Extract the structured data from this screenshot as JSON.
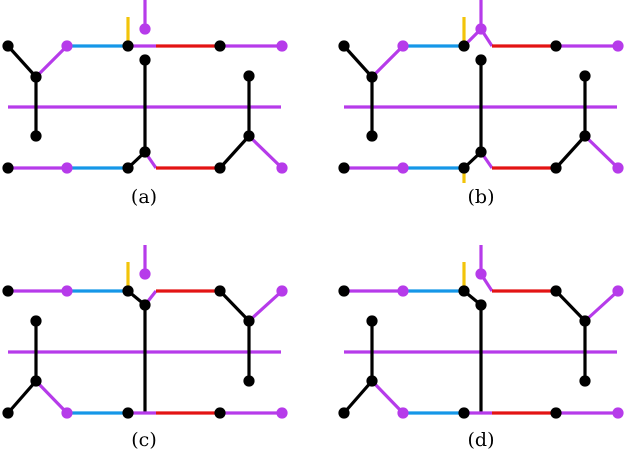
{
  "figure": {
    "colors": {
      "purple": "#b63bea",
      "blue": "#1597e8",
      "red": "#e31414",
      "black": "#000000",
      "yellow": "#f2c40a"
    },
    "panels": [
      {
        "id": "a",
        "caption": "(a)"
      },
      {
        "id": "b",
        "caption": "(b)"
      },
      {
        "id": "c",
        "caption": "(c)"
      },
      {
        "id": "d",
        "caption": "(d)"
      }
    ]
  }
}
